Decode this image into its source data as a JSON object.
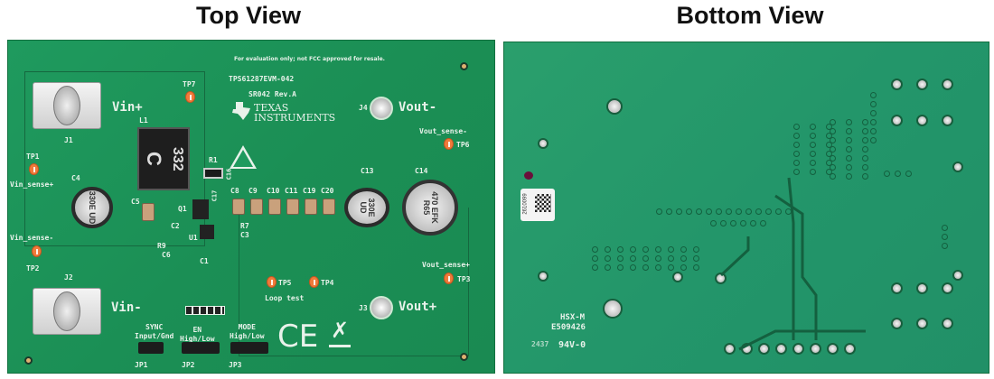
{
  "titles": {
    "top": "Top View",
    "bottom": "Bottom View"
  },
  "top_board": {
    "disclaimer": "For evaluation only; not FCC approved for resale.",
    "part_number": "TPS61287EVM-042",
    "revision": "SR042  Rev.A",
    "logo": {
      "line1": "TEXAS",
      "line2": "INSTRUMENTS"
    },
    "connectors": {
      "j1": "J1",
      "j1_label": "Vin+",
      "j2": "J2",
      "j2_label": "Vin-",
      "j3": "J3",
      "j3_label": "Vout+",
      "j4": "J4",
      "j4_label": "Vout-"
    },
    "test_points": {
      "tp1": "TP1",
      "tp2": "TP2",
      "tp3": "TP3",
      "tp4": "TP4",
      "tp5": "TP5",
      "tp6": "TP6",
      "tp7": "TP7"
    },
    "sense_labels": {
      "vin_sense_p": "Vin_sense+",
      "vin_sense_n": "Vin_sense-",
      "vout_sense_n": "Vout_sense-",
      "vout_sense_p": "Vout_sense+"
    },
    "loop_test": "Loop test",
    "inductor": {
      "ref": "L1",
      "marking_line1": "C",
      "marking_line2": "332"
    },
    "components": {
      "r1": "R1",
      "c4": "C4",
      "c5": "C5",
      "c13": "C13",
      "c14": "C14",
      "c16": "C16",
      "c17": "C17",
      "c2": "C2",
      "q1": "Q1",
      "u1": "U1",
      "r9": "R9",
      "c6": "C6",
      "c1": "C1",
      "r7": "R7",
      "c3": "C3"
    },
    "cap_row": [
      "C8",
      "C9",
      "C10",
      "C11",
      "C19",
      "C20"
    ],
    "cap_markings": {
      "c4": "330E UD",
      "c13": "330E UD",
      "c14": "470 EFK R65"
    },
    "jumpers": {
      "jp1": {
        "ref": "JP1",
        "line1": "SYNC",
        "line2": "Input/Gnd"
      },
      "jp2": {
        "ref": "JP2",
        "line1": "EN",
        "line2": "High/Low"
      },
      "jp3": {
        "ref": "JP3",
        "line1": "MODE",
        "line2": "High/Low"
      }
    },
    "marks": {
      "ce": "CE"
    }
  },
  "bottom_board": {
    "label_code": "2610099",
    "manufacturer": "HSX-M",
    "ul_number": "E509426",
    "date_code": "2437",
    "flammability": "94V-0"
  },
  "colors": {
    "pcb_green": "#1f9a5e",
    "test_point": "#f07a3a",
    "silkscreen": "#e8f2ea"
  }
}
